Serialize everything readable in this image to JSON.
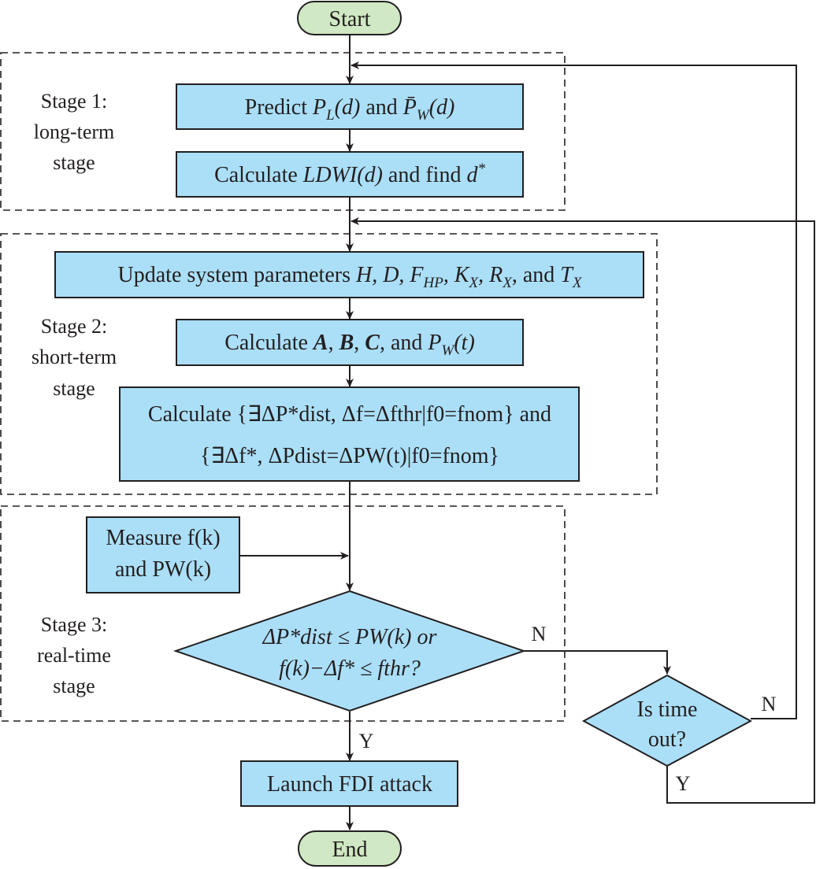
{
  "colors": {
    "process_fill": "#abdff8",
    "terminal_fill": "#d0e8c3",
    "stroke": "#231f20"
  },
  "terminals": {
    "start": "Start",
    "end": "End"
  },
  "stages": [
    {
      "line1": "Stage 1:",
      "line2": "long-term",
      "line3": "stage"
    },
    {
      "line1": "Stage 2:",
      "line2": "short-term",
      "line3": "stage"
    },
    {
      "line1": "Stage 3:",
      "line2": "real-time",
      "line3": "stage"
    }
  ],
  "nodes": {
    "predict": {
      "prefix": "Predict ",
      "var1": "P",
      "sub1": "L",
      "arg1": "(d)",
      "mid": " and ",
      "var2": "P̄",
      "sub2": "W",
      "arg2": "(d)"
    },
    "calc_ldwi": {
      "prefix": "Calculate ",
      "var": "LDWI",
      "arg": "(d)",
      "mid": " and find ",
      "var2": "d",
      "sup": "*"
    },
    "update": {
      "prefix": "Update system parameters ",
      "vars": "H, D, F",
      "sub1": "HP",
      "k": ", K",
      "sub2": "X",
      "r": ", R",
      "sub3": "X",
      "and": ", and ",
      "t": "T",
      "sub4": "X"
    },
    "calc_abc": {
      "prefix": "Calculate ",
      "A": "A",
      "B": "B",
      "C": "C",
      "and": ", and ",
      "pw": "P",
      "sub": "W",
      "arg": "(t)"
    },
    "calc_dist_line1": "Calculate {∃ΔP*dist, Δf=Δfthr|f0=fnom} and",
    "calc_dist_line2": "{∃Δf*, ΔPdist=ΔPW(t)|f0=fnom}",
    "measure_line1": "Measure f(k)",
    "measure_line2": "and PW(k)",
    "decision_main_line1": "ΔP*dist ≤ PW(k) or",
    "decision_main_line2": "f(k)−Δf* ≤ fthr?",
    "decision_timeout_line1": "Is time",
    "decision_timeout_line2": "out?",
    "launch": "Launch FDI attack"
  },
  "edge_labels": {
    "main_no": "N",
    "main_yes": "Y",
    "timeout_no": "N",
    "timeout_yes": "Y"
  }
}
